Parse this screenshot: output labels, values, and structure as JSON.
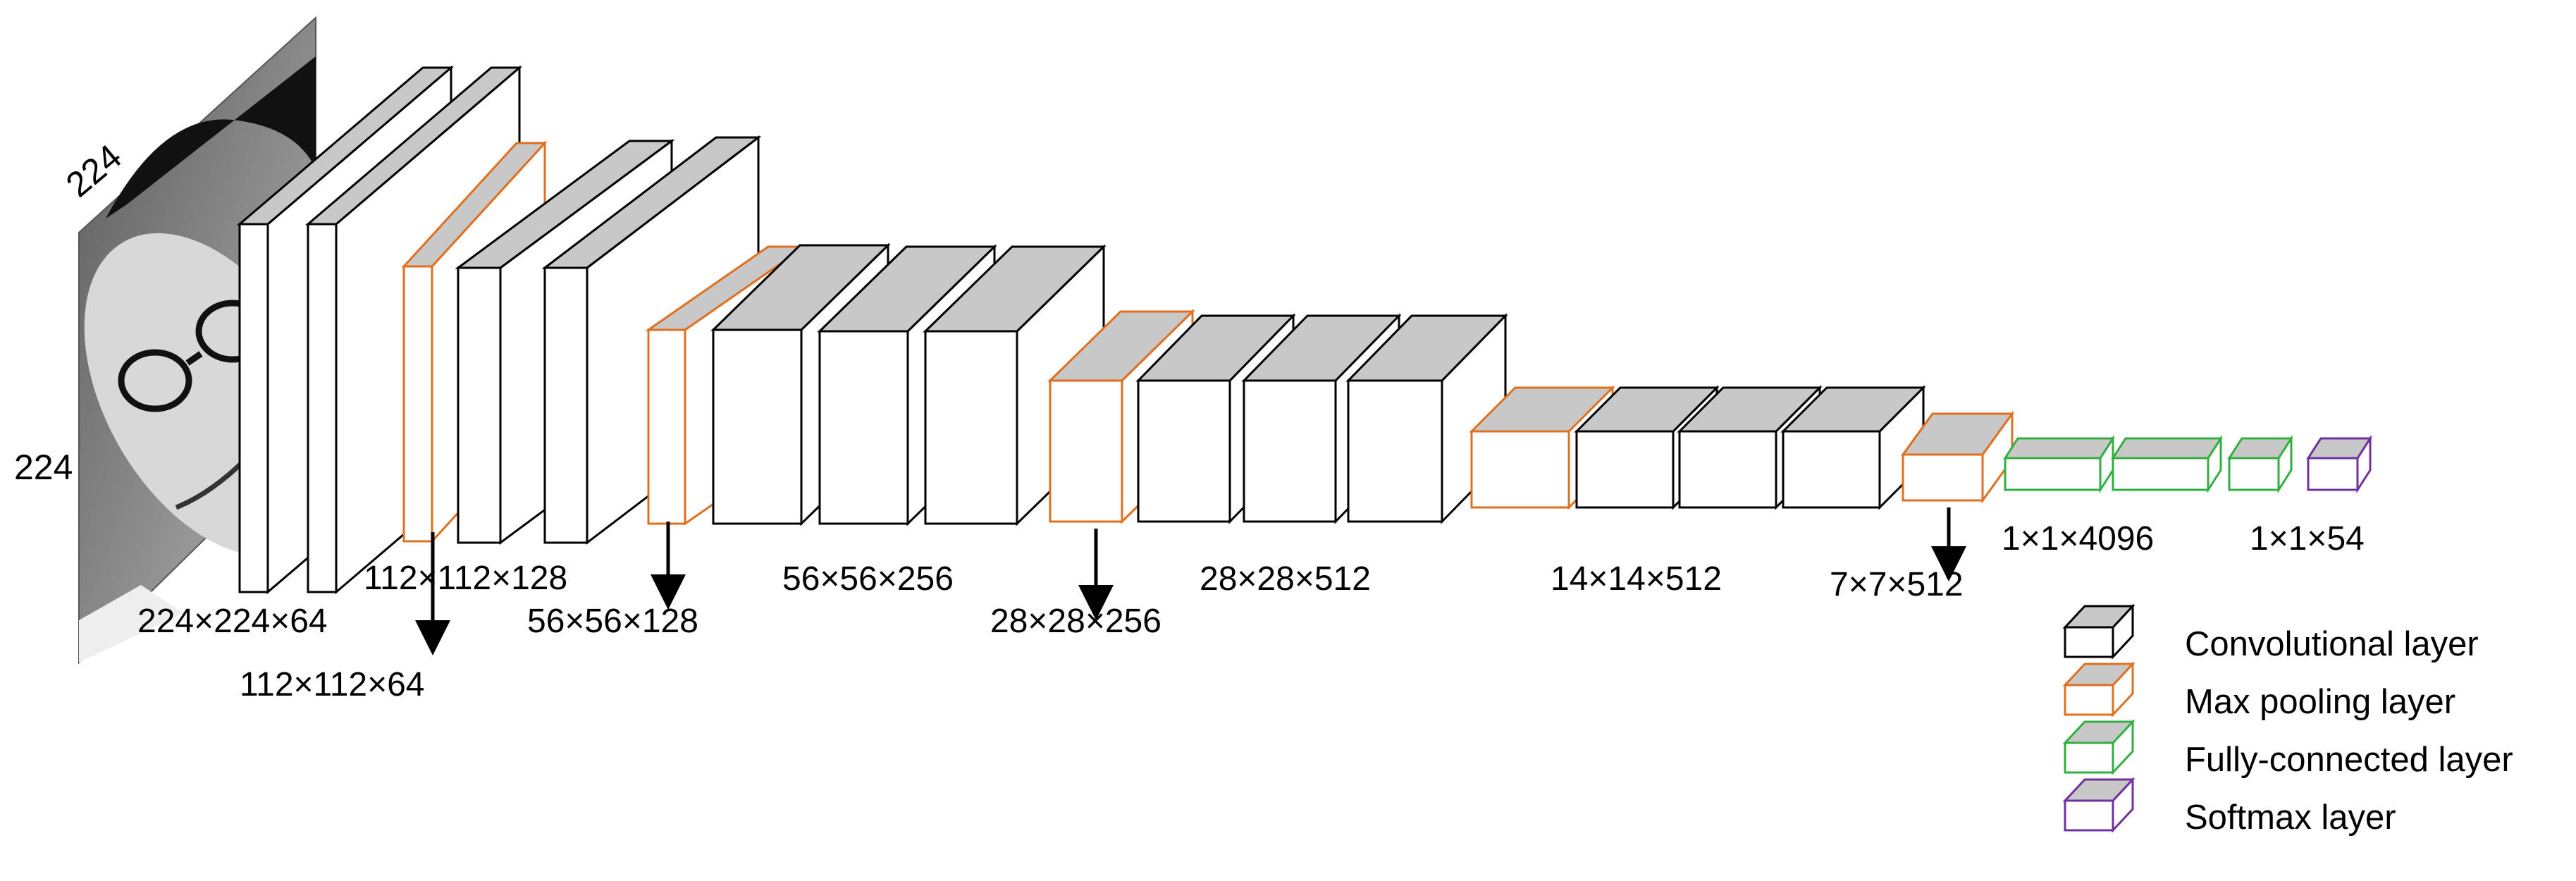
{
  "input": {
    "width_label": "224",
    "height_label": "224"
  },
  "dimension_labels": {
    "conv1": "224×224×64",
    "pool1": "112×112×64",
    "conv2": "112×112×128",
    "pool2": "56×56×128",
    "conv3": "56×56×256",
    "pool3": "28×28×256",
    "conv4": "28×28×512",
    "conv5": "14×14×512",
    "pool5": "7×7×512",
    "fc": "1×1×4096",
    "softmax": "1×1×54"
  },
  "legend": [
    {
      "label": "Convolutional layer",
      "color": "#000000"
    },
    {
      "label": "Max pooling layer",
      "color": "#e07020"
    },
    {
      "label": "Fully-connected layer",
      "color": "#30b040"
    },
    {
      "label": "Softmax layer",
      "color": "#7030a0"
    }
  ],
  "colors": {
    "conv": "#000000",
    "pool": "#e07020",
    "fc": "#30b040",
    "softmax": "#7030a0",
    "top_face": "#c8c8c8"
  }
}
